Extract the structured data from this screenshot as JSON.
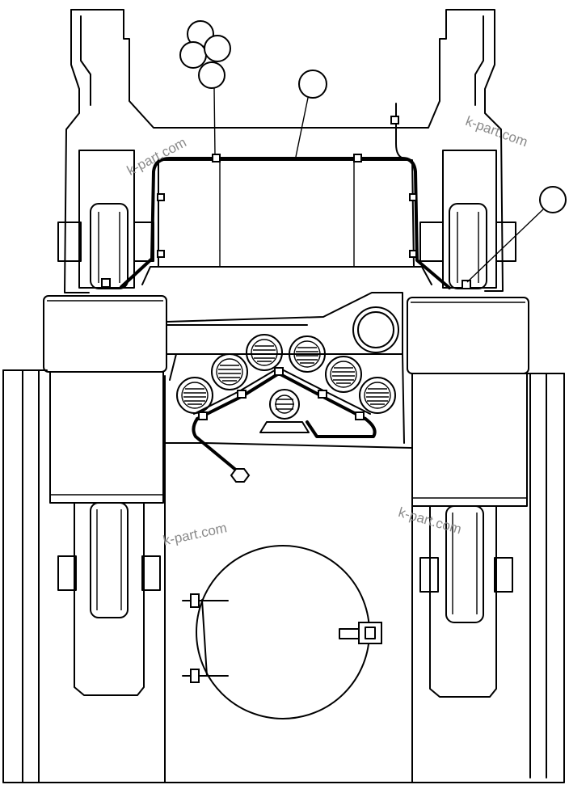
{
  "watermarks": [
    {
      "id": "wm1",
      "text": "k-part.com"
    },
    {
      "id": "wm2",
      "text": "k-part.com"
    },
    {
      "id": "wm3",
      "text": "k-part.com"
    },
    {
      "id": "wm4",
      "text": "k-part.com"
    }
  ],
  "callouts": {
    "left_cluster_count": 4,
    "center_count": 1,
    "right_count": 1,
    "labels": []
  },
  "hose_fittings_count": 6,
  "colors": {
    "line": "#000000",
    "background": "#ffffff",
    "watermark": "#8a8a8a"
  }
}
